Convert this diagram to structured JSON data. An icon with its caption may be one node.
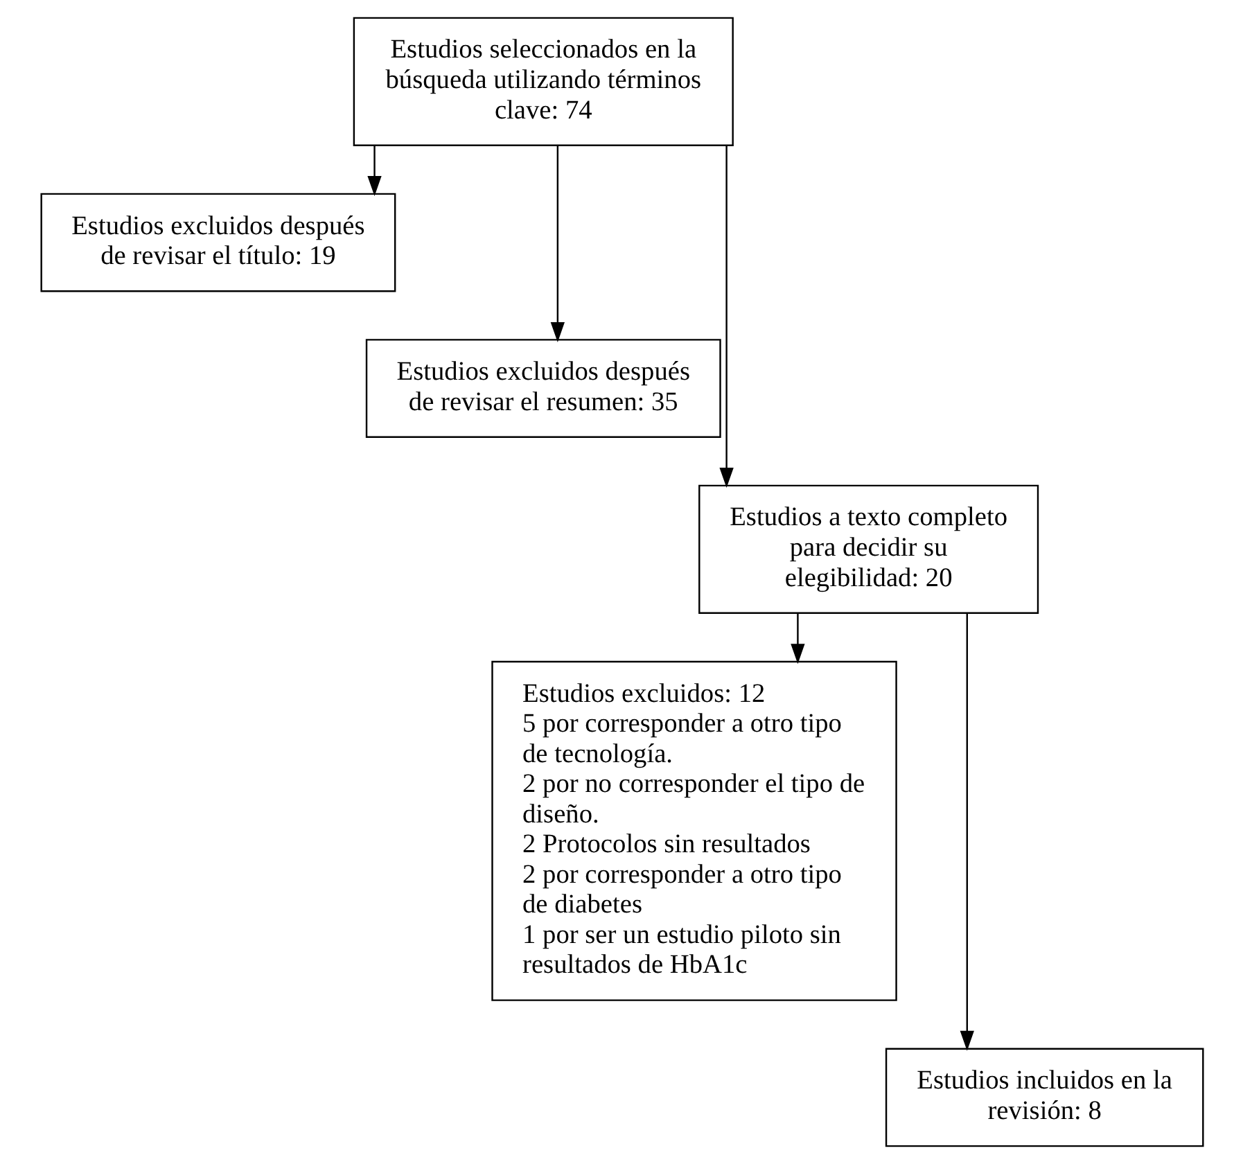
{
  "diagram": {
    "nodes": [
      {
        "text": [
          "Estudios seleccionados en la búsqueda utilizando términos clave: 74"
        ]
      },
      {
        "text": [
          "Estudios excluidos después de revisar el título: 19"
        ]
      },
      {
        "text": [
          "Estudios excluidos después de revisar el resumen: 35"
        ]
      },
      {
        "text": [
          "Estudios a texto completo para decidir su elegibilidad: 20"
        ]
      },
      {
        "text": [
          "Estudios excluidos: 12",
          "5 por corresponder a otro tipo de tecnología.",
          "2 por no corresponder el tipo de diseño.",
          "2 Protocolos sin resultados",
          "2 por corresponder a otro tipo de diabetes",
          "1 por ser un estudio piloto sin resultados de HbA1c"
        ]
      },
      {
        "text": [
          "Estudios incluidos en la revisión: 8"
        ]
      }
    ],
    "edges": [
      {
        "from": 0,
        "to": 1,
        "arrow": "to"
      },
      {
        "from": 0,
        "to": 2,
        "arrow": "to"
      },
      {
        "from": 0,
        "to": 3,
        "arrow": "to"
      },
      {
        "from": 3,
        "to": 4,
        "arrow": "to"
      },
      {
        "from": 3,
        "to": 5,
        "arrow": "to"
      }
    ]
  }
}
